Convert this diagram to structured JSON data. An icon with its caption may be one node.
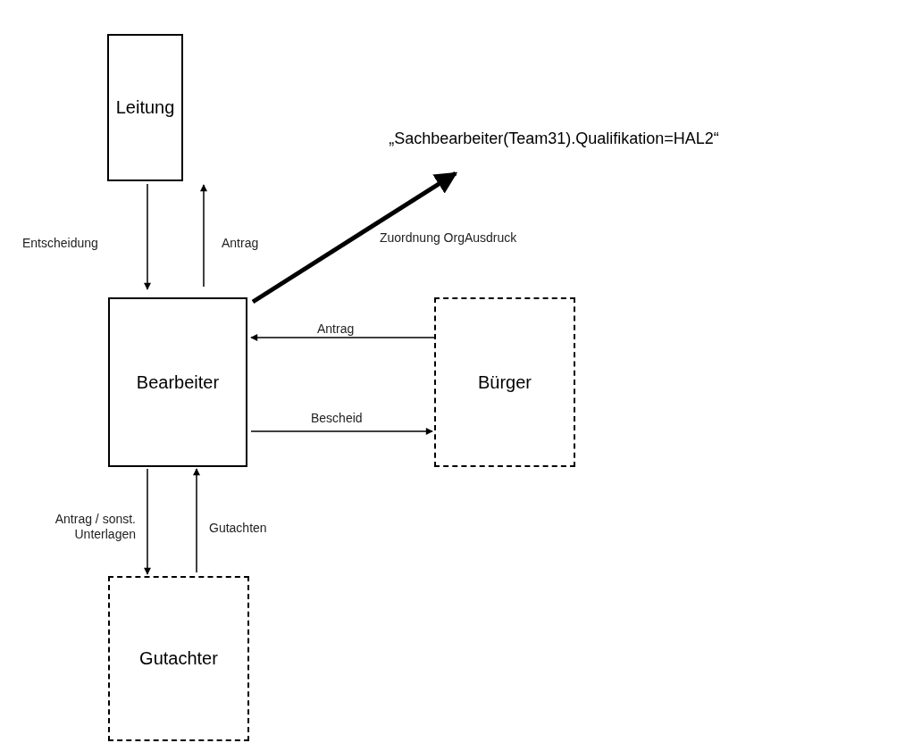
{
  "diagram": {
    "nodes": [
      {
        "text": [
          "Leitung"
        ]
      },
      {
        "text": [
          "„Sachbearbeiter(Team31).Qualifikation=HAL2“"
        ]
      },
      {
        "text": [
          "Bearbeiter"
        ]
      },
      {
        "text": [
          "Bürger"
        ]
      },
      {
        "text": [
          "Gutachter"
        ]
      }
    ],
    "edges": [
      {
        "from": 0,
        "to": 2,
        "arrow": "to",
        "label": "Entscheidung"
      },
      {
        "from": 2,
        "to": 0,
        "arrow": "to",
        "label": "Antrag"
      },
      {
        "from": 2,
        "to": 1,
        "arrow": "to",
        "label": "Zuordnung OrgAusdruck",
        "style": "thick"
      },
      {
        "from": 3,
        "to": 2,
        "arrow": "to",
        "label": "Antrag"
      },
      {
        "from": 2,
        "to": 3,
        "arrow": "to",
        "label": "Bescheid"
      },
      {
        "from": 2,
        "to": 4,
        "arrow": "to",
        "label": "Antrag / sonst. Unterlagen"
      },
      {
        "from": 4,
        "to": 2,
        "arrow": "to",
        "label": "Gutachten"
      }
    ]
  }
}
